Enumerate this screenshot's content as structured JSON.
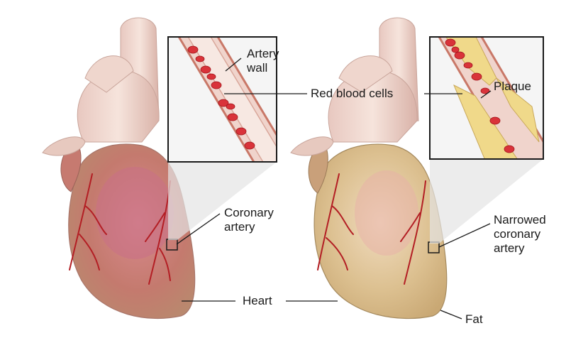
{
  "labels": {
    "artery_wall": "Artery\nwall",
    "red_blood_cells": "Red blood cells",
    "plaque": "Plaque",
    "coronary_artery": "Coronary\nartery",
    "narrowed_coronary_artery": "Narrowed\ncoronary\nartery",
    "heart": "Heart",
    "fat": "Fat"
  },
  "colors": {
    "healthy_heart": "#c77a7a",
    "diseased_heart": "#d9b98a",
    "blood_cell": "#d9333a",
    "plaque": "#f0d98a",
    "leader_line": "#1a1a1a"
  }
}
